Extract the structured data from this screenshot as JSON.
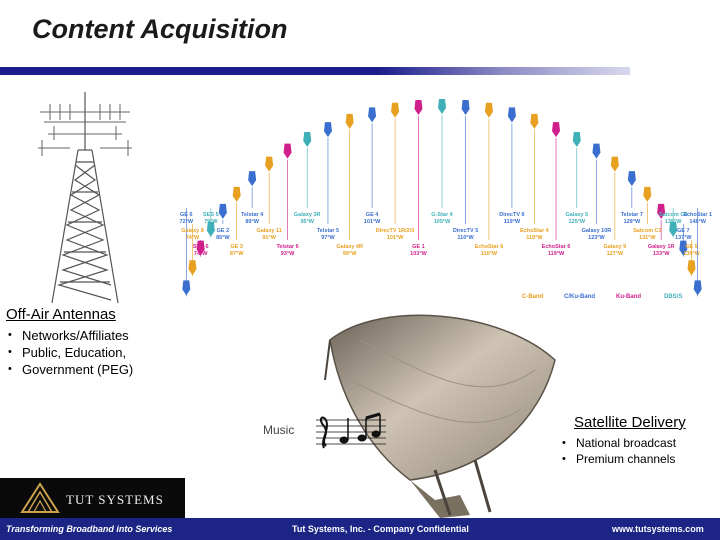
{
  "slide": {
    "title": "Content Acquisition"
  },
  "off_air": {
    "heading": "Off-Air Antennas",
    "bullets": [
      "Networks/Affiliates",
      "Public, Education,",
      "Government (PEG)"
    ]
  },
  "satellite_delivery": {
    "heading": "Satellite Delivery",
    "bullets": [
      "National broadcast",
      "Premium channels"
    ]
  },
  "music": {
    "label": "Music"
  },
  "satellites": [
    {
      "name": "GE 6",
      "pos": "72°W"
    },
    {
      "name": "Galaxy 8",
      "pos": "74°W"
    },
    {
      "name": "SBS 6",
      "pos": "74°W"
    },
    {
      "name": "SES 5",
      "pos": "79°W"
    },
    {
      "name": "GE 2",
      "pos": "85°W"
    },
    {
      "name": "GE 3",
      "pos": "87°W"
    },
    {
      "name": "Telstar 4",
      "pos": "89°W"
    },
    {
      "name": "Galaxy 11",
      "pos": "91°W"
    },
    {
      "name": "Telstar 6",
      "pos": "93°W"
    },
    {
      "name": "Galaxy 3R",
      "pos": "95°W"
    },
    {
      "name": "Telstar 5",
      "pos": "97°W"
    },
    {
      "name": "Galaxy 4R",
      "pos": "99°W"
    },
    {
      "name": "GE 4",
      "pos": "101°W"
    },
    {
      "name": "DirecTV 1R/2/3",
      "pos": "101°W"
    },
    {
      "name": "GE 1",
      "pos": "103°W"
    },
    {
      "name": "G-Star 4",
      "pos": "105°W"
    },
    {
      "name": "DirecTV 5",
      "pos": "110°W"
    },
    {
      "name": "EchoStar 6",
      "pos": "110°W"
    },
    {
      "name": "DirecTV 6",
      "pos": "119°W"
    },
    {
      "name": "EchoStar 4",
      "pos": "119°W"
    },
    {
      "name": "EchoStar 6",
      "pos": "119°W"
    },
    {
      "name": "Galaxy 5",
      "pos": "125°W"
    },
    {
      "name": "Galaxy 10R",
      "pos": "123°W"
    },
    {
      "name": "Galaxy 9",
      "pos": "127°W"
    },
    {
      "name": "Telstar 7",
      "pos": "129°W"
    },
    {
      "name": "Satcom C3",
      "pos": "131°W"
    },
    {
      "name": "Galaxy 1R",
      "pos": "133°W"
    },
    {
      "name": "Satcom C4",
      "pos": "135°W"
    },
    {
      "name": "GE 7",
      "pos": "137°W"
    },
    {
      "name": "GE 5",
      "pos": "139°W"
    },
    {
      "name": "EchoStar 1",
      "pos": "148°W"
    }
  ],
  "band_legend": [
    "C-Band",
    "C/Ku-Band",
    "Ku-Band",
    "DBS/S"
  ],
  "colors": {
    "c_band": "#e8a020",
    "c_ku_band": "#3a6fd0",
    "ku_band": "#d0208c",
    "dbs": "#40b0b8",
    "footer": "#1c2585",
    "title_rule": "#1c1c8c"
  },
  "logo": {
    "text": "TUT SYSTEMS"
  },
  "footer": {
    "tagline": "Transforming Broadband into Services",
    "confidential": "Tut Systems, Inc. - Company Confidential",
    "url": "www.tutsystems.com"
  }
}
